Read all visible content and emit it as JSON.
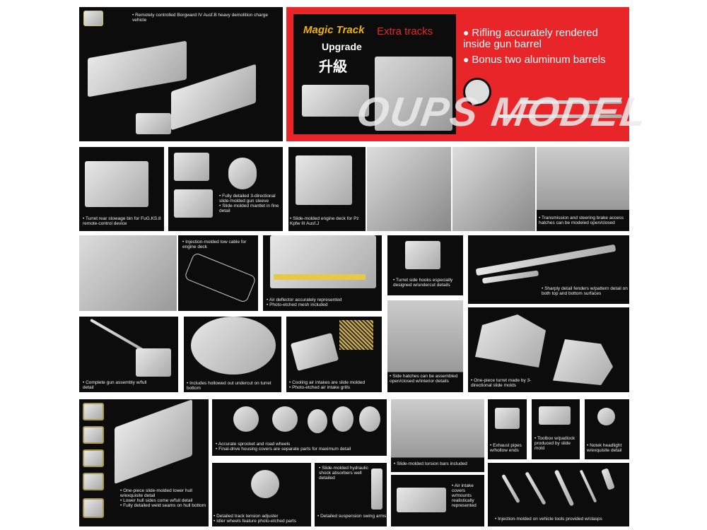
{
  "top_left": {
    "caption": "Remotely controlled Borgward IV Ausf.B heavy demolition charge vehicle"
  },
  "promo": {
    "logo": "Magic Track",
    "extra": "Extra tracks",
    "upgrade": "Upgrade",
    "upgrade_cn": "升級",
    "bullets": [
      "Rifling accurately rendered inside gun barrel",
      "Bonus two aluminum barrels"
    ],
    "accent": "#e8262a"
  },
  "captions": {
    "stowage": [
      "Turret rear stowage bin for FuG.KS.8 remote-control device"
    ],
    "mantlet": [
      "Fully detailed 3-directional slide-molded gun sleeve",
      "Slide-molded mantlet in fine detail"
    ],
    "engine_deck": [
      "Slide-molded engine deck for Pz Kpfw III Ausf.J"
    ],
    "transmission": [
      "Transmission and steering brake access hatches can be modeled open/closed"
    ],
    "tow_cable": [
      "Injection-molded tow cable for engine deck"
    ],
    "air_deflector": [
      "Air deflector accurately represented",
      "Photo-etched mesh included"
    ],
    "hooks": [
      "Turret side hooks especially designed w/undercut details"
    ],
    "fenders": [
      "Sharply detail fenders w/pattern detail on both top and bottom surfaces"
    ],
    "gun": [
      "Complete gun assembly w/full detail"
    ],
    "turret_bottom": [
      "Includes hollowed out undercut on turret bottom"
    ],
    "intakes": [
      "Cooling air intakes are slide molded",
      "Photo-etched air intake grills"
    ],
    "side_hatches": [
      "Side hatches can be assembled open/closed w/interior details"
    ],
    "turret": [
      "One-piece turret made by 3-directional slide molds"
    ],
    "lower_hull": [
      "One-piece slide-molded lower hull w/exquisite detail",
      "Lower hull sides come w/full detail",
      "Fully detailed weld seams on hull bottom"
    ],
    "sprocket": [
      "Accurate sprocket and road wheels",
      "Final-drive housing covers are separate parts for maximum detail"
    ],
    "idler": [
      "Detailed track tension adjuster",
      "Idler wheels feature photo-etched parts"
    ],
    "shocks": [
      "Slide-molded hydraulic shock absorbers well detailed"
    ],
    "swing": [
      "Detailed suspension swing arms"
    ],
    "torsion": [
      "Slide-molded torsion bars included"
    ],
    "air_intake_covers": [
      "Air intake covers w/mounts realistically represented"
    ],
    "exhaust": [
      "Exhaust pipes w/hollow ends"
    ],
    "toolbox": [
      "Toolbox w/padlock produced by slide mold"
    ],
    "notek": [
      "Notek headlight w/exquisite detail"
    ],
    "tools": [
      "Injection-molded on vehicle tools provided w/clasps"
    ]
  },
  "watermark": "OUPS MODEL"
}
